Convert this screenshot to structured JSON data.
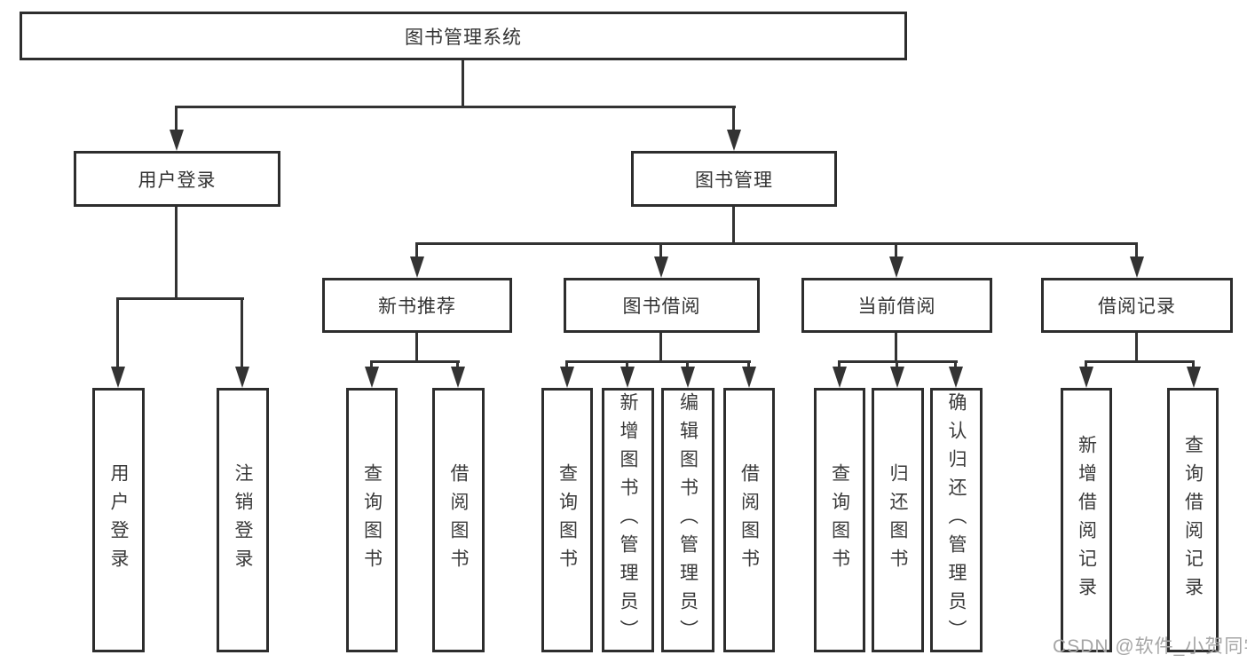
{
  "watermark": "CSDN @软件_小贺同学",
  "colors": {
    "line": "#333333",
    "box_border": "#2d2d2d",
    "text": "#333333",
    "watermark": "#a6a6a6",
    "background": "#ffffff"
  },
  "tree": {
    "label": "图书管理系统",
    "children": [
      {
        "label": "用户登录",
        "children": [
          {
            "label": "用户登录"
          },
          {
            "label": "注销登录"
          }
        ]
      },
      {
        "label": "图书管理",
        "children": [
          {
            "label": "新书推荐",
            "children": [
              {
                "label": "查询图书"
              },
              {
                "label": "借阅图书"
              }
            ]
          },
          {
            "label": "图书借阅",
            "children": [
              {
                "label": "查询图书"
              },
              {
                "label": "新增图书（管理员）"
              },
              {
                "label": "编辑图书（管理员）"
              },
              {
                "label": "借阅图书"
              }
            ]
          },
          {
            "label": "当前借阅",
            "children": [
              {
                "label": "查询图书"
              },
              {
                "label": "归还图书"
              },
              {
                "label": "确认归还（管理员）"
              }
            ]
          },
          {
            "label": "借阅记录",
            "children": [
              {
                "label": "新增借阅记录"
              },
              {
                "label": "查询借阅记录"
              }
            ]
          }
        ]
      }
    ]
  }
}
